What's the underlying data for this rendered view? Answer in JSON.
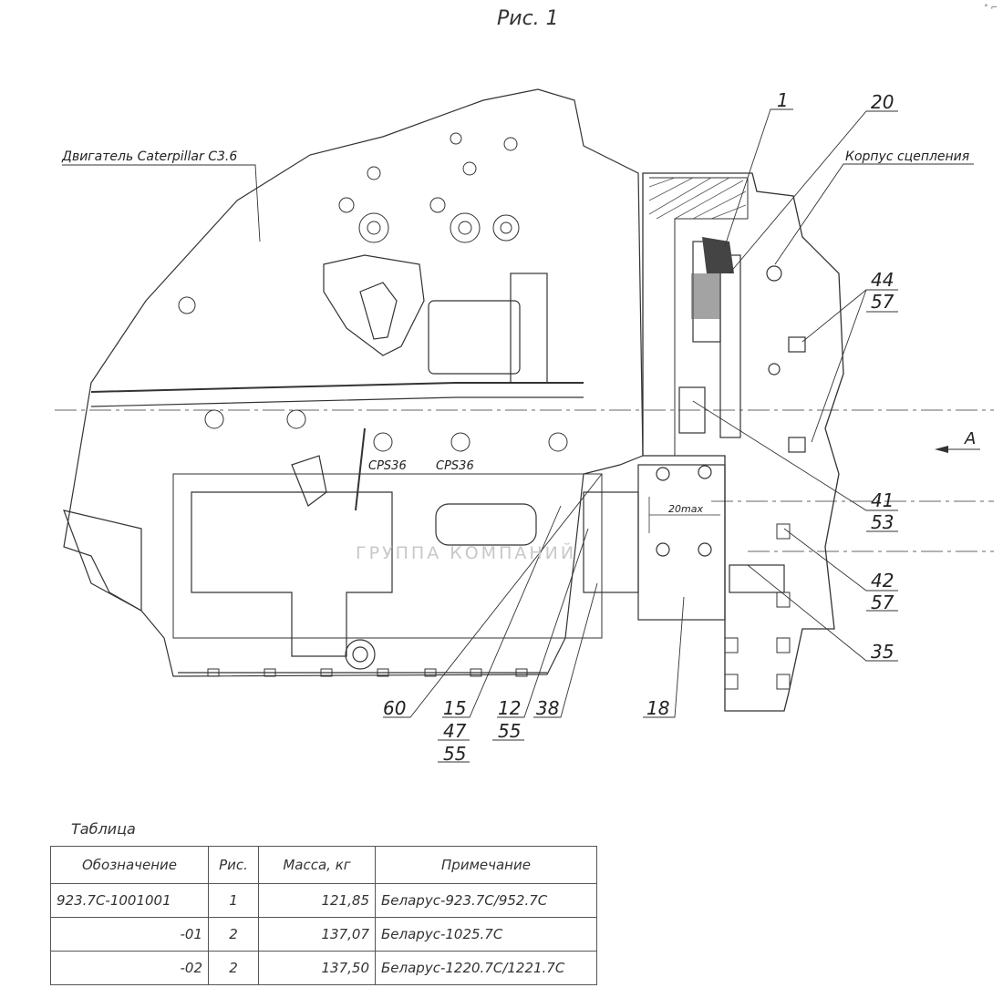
{
  "figure_title": "Рис. 1",
  "corner_mark": "° ⌐",
  "labels": {
    "engine": "Двигатель Caterpillar C3.6",
    "clutch_housing": "Корпус сцепления",
    "view_a": "A",
    "dimension": "20max",
    "sensor_1": "CPS36",
    "sensor_2": "CPS36"
  },
  "callouts": {
    "c1": "1",
    "c20": "20",
    "c44": "44",
    "c57a": "57",
    "c41": "41",
    "c53": "53",
    "c42": "42",
    "c57b": "57",
    "c35": "35",
    "c60": "60",
    "c15": "15",
    "c47": "47",
    "c55a": "55",
    "c12": "12",
    "c55b": "55",
    "c38": "38",
    "c18": "18"
  },
  "watermark": "ГРУППА КОМПАНИЙ",
  "table": {
    "title": "Таблица",
    "headers": [
      "Обозначение",
      "Рис.",
      "Масса, кг",
      "Примечание"
    ],
    "rows": [
      [
        "923.7С-1001001",
        "1",
        "121,85",
        "Беларус-923.7С/952.7С"
      ],
      [
        "-01",
        "2",
        "137,07",
        "Беларус-1025.7С"
      ],
      [
        "-02",
        "2",
        "137,50",
        "Беларус-1220.7С/1221.7С"
      ]
    ]
  }
}
